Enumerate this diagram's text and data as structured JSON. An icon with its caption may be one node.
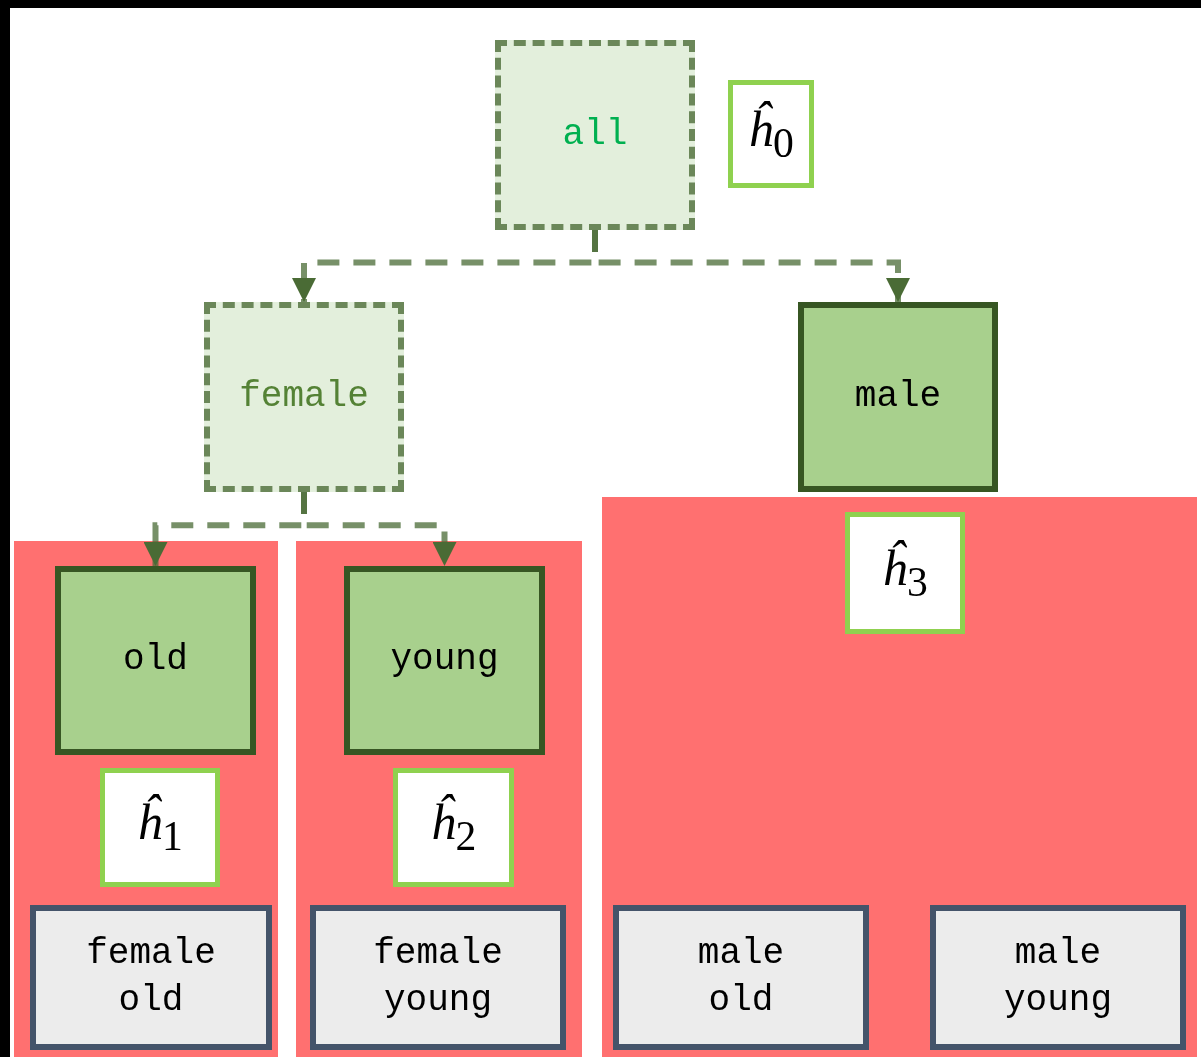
{
  "diagram": {
    "nodes": [
      {
        "text": [
          "all"
        ]
      },
      {
        "text": [
          "*ĥ*$_{0}$"
        ]
      },
      {
        "text": [
          "female"
        ]
      },
      {
        "text": [
          "male"
        ]
      },
      {
        "text": [],
        "shape": "box"
      },
      {
        "text": [
          "old"
        ],
        "in": 4
      },
      {
        "text": [
          "*ĥ*$_{1}$"
        ],
        "in": 4
      },
      {
        "text": [
          "female old"
        ],
        "in": 4
      },
      {
        "text": [],
        "shape": "box"
      },
      {
        "text": [
          "young"
        ],
        "in": 8
      },
      {
        "text": [
          "*ĥ*$_{2}$"
        ],
        "in": 8
      },
      {
        "text": [
          "female young"
        ],
        "in": 8
      },
      {
        "text": [],
        "shape": "box"
      },
      {
        "text": [
          "*ĥ*$_{3}$"
        ],
        "in": 12
      },
      {
        "text": [
          "male old"
        ],
        "in": 12
      },
      {
        "text": [
          "male young"
        ],
        "in": 12
      }
    ],
    "edges": [
      {
        "from": 0,
        "to": 2,
        "arrow": "to",
        "style": "dashed"
      },
      {
        "from": 0,
        "to": 3,
        "arrow": "to",
        "style": "dashed"
      },
      {
        "from": 2,
        "to": 5,
        "arrow": "to",
        "style": "dashed"
      },
      {
        "from": 2,
        "to": 9,
        "arrow": "to",
        "style": "dashed"
      }
    ]
  }
}
